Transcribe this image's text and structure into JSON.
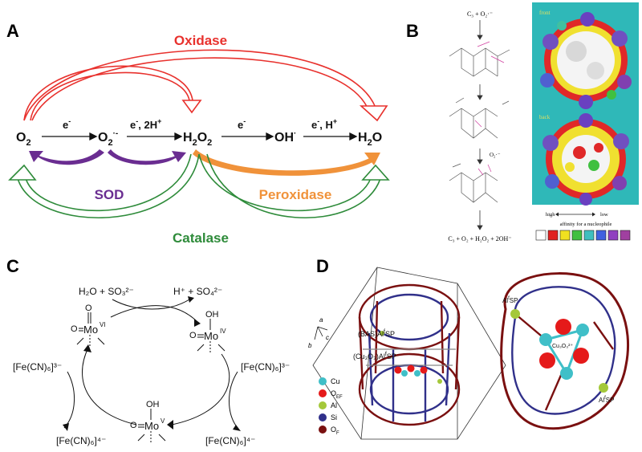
{
  "panels": {
    "a": {
      "letter": "A",
      "oxidase": "Oxidase",
      "sod": "SOD",
      "peroxidase": "Peroxidase",
      "catalase": "Catalase",
      "species": {
        "o2": "O",
        "o2_sub": "2",
        "superoxide": "O",
        "superoxide_sub": "2",
        "superoxide_sup": "·-",
        "h2o2_h": "H",
        "h2o2_sub1": "2",
        "h2o2_o": "O",
        "h2o2_sub2": "2",
        "oh": "OH",
        "oh_sup": "·",
        "h2o_h": "H",
        "h2o_sub": "2",
        "h2o_o": "O"
      },
      "steps": {
        "s1": "e",
        "s1_sup": "-",
        "s2": "e",
        "s2_sup": "-",
        "s2_rest": ", 2H",
        "s2_sup2": "+",
        "s3": "e",
        "s3_sup": "-",
        "s4": "e",
        "s4_sup": "-",
        "s4_rest": ", H",
        "s4_sup2": "+"
      },
      "colors": {
        "oxidase": "#e8312d",
        "sod": "#6a2d91",
        "peroxidase": "#f0923a",
        "catalase": "#2e8b3a"
      }
    },
    "b": {
      "letter": "B",
      "top_reaction": "C₃ + O₂·⁻",
      "mid_label": "O₂·⁻",
      "bottom_reaction": "C₃ + O₂ + H₂O₂ + 2OH⁻",
      "front_label": "front",
      "back_label": "back",
      "scale_high": "high",
      "scale_low": "low",
      "scale_caption": "affinity for a nucleophile",
      "scale_colors": [
        "#ffffff",
        "#e02020",
        "#f0e020",
        "#40c040",
        "#3fbfbf",
        "#4060e0",
        "#9040c0",
        "#a040a0"
      ],
      "bg_color": "#2fb8b8"
    },
    "c": {
      "letter": "C",
      "reactants": "H₂O + SO₃²⁻",
      "products": "H⁺ + SO₄²⁻",
      "mo_vi": "Mo",
      "mo_vi_ox": "VI",
      "mo_iv": "Mo",
      "mo_iv_ox": "IV",
      "mo_v": "Mo",
      "mo_v_ox": "V",
      "o_label": "O",
      "oh_label": "OH",
      "fe_left_top": "[Fe(CN)₆]³⁻",
      "fe_left_bottom": "[Fe(CN)₆]⁴⁻",
      "fe_right_top": "[Fe(CN)₆]³⁻",
      "fe_right_bottom": "[Fe(CN)₆]⁴⁻"
    },
    "d": {
      "letter": "D",
      "bas_label": "(BAS)Al",
      "bas_sup": "f",
      "bas_tail": "SP",
      "cu_label": "(Cu₃O₃)Al",
      "cu_sup": "f",
      "cu_tail": "SP",
      "axis_a": "a",
      "axis_b": "b",
      "axis_c": "c",
      "cluster_label": "Cu₃O₃²⁺",
      "alf_top": "Al",
      "alf_top_sup": "f",
      "alf_top_tail": "SP",
      "alf_bottom": "Al",
      "alf_bottom_sup": "f",
      "alf_bottom_tail": "SP",
      "legend": [
        {
          "label": "Cu",
          "sub": "",
          "color": "#3fbfc8"
        },
        {
          "label": "O",
          "sub": "EF",
          "color": "#e51a1a"
        },
        {
          "label": "Al",
          "sub": "",
          "color": "#a4c83a"
        },
        {
          "label": "Si",
          "sub": "",
          "color": "#30308a"
        },
        {
          "label": "O",
          "sub": "F",
          "color": "#7a1010"
        }
      ]
    }
  }
}
